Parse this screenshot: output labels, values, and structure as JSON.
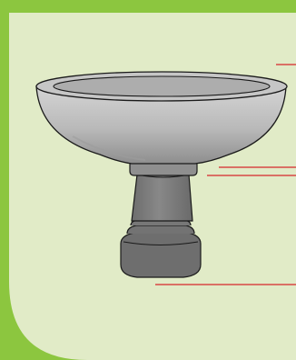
{
  "colors": {
    "frame": "#8cc63f",
    "panel": "#e1ebc7",
    "bowl_light": "#d4d4d4",
    "bowl_mid": "#b9b9b9",
    "bowl_dark": "#8e8e8e",
    "pedestal": "#7f7f7f",
    "base": "#6e6e6e",
    "outline": "#1a1a1a",
    "leader_line": "#d7262b"
  },
  "illustration": {
    "subject": "stone birdbath",
    "parts": [
      "bowl",
      "collar",
      "pedestal",
      "base"
    ]
  },
  "leader_lines": [
    {
      "part": "bowl"
    },
    {
      "part": "collar"
    },
    {
      "part": "pedestal"
    },
    {
      "part": "base"
    }
  ]
}
